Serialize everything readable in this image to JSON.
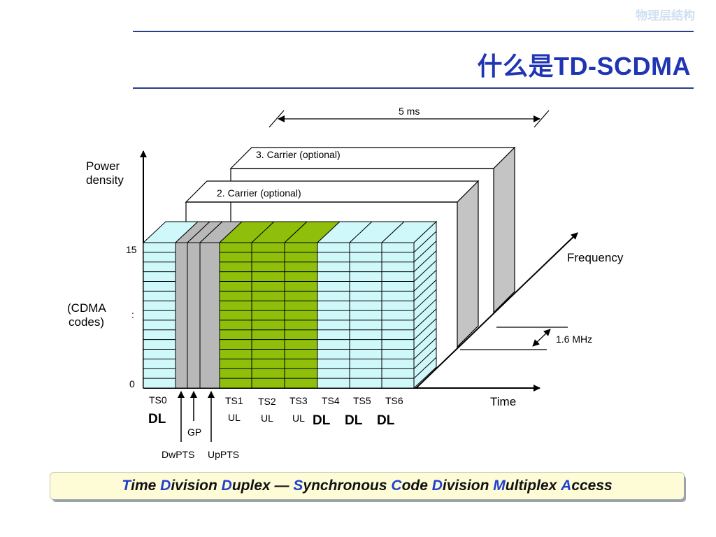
{
  "header": {
    "section_tag": "物理层结构",
    "title": "什么是TD-SCDMA"
  },
  "diagram": {
    "duration_label": "5 ms",
    "carrier3_label": "3. Carrier (optional)",
    "carrier2_label": "2. Carrier (optional)",
    "y_axis_label_line1": "Power",
    "y_axis_label_line2": "density",
    "codes_label_line1": "(CDMA",
    "codes_label_line2": "codes)",
    "y_tick_top": "15",
    "y_tick_mid": ":",
    "y_tick_bottom": "0",
    "frequency_label": "Frequency",
    "time_label": "Time",
    "bandwidth_label": "1.6 MHz",
    "gp_label": "GP",
    "dwpts_label": "DwPTS",
    "uppts_label": "UpPTS",
    "slots": [
      {
        "name": "TS0",
        "dir": "DL"
      },
      {
        "name": "TS1",
        "dir": "UL"
      },
      {
        "name": "TS2",
        "dir": "UL"
      },
      {
        "name": "TS3",
        "dir": "UL"
      },
      {
        "name": "TS4",
        "dir": "DL"
      },
      {
        "name": "TS5",
        "dir": "DL"
      },
      {
        "name": "TS6",
        "dir": "DL"
      }
    ],
    "colors": {
      "downlink": "#cff8fb",
      "uplink": "#8fbf0a",
      "special": "#b8b8b8",
      "carrier": "#ffffff"
    }
  },
  "banner": {
    "words": [
      {
        "cap": "T",
        "rest": "ime "
      },
      {
        "cap": "D",
        "rest": "ivision "
      },
      {
        "cap": "D",
        "rest": "uplex — "
      },
      {
        "cap": "S",
        "rest": "ynchronous "
      },
      {
        "cap": "C",
        "rest": "ode "
      },
      {
        "cap": "D",
        "rest": "ivision "
      },
      {
        "cap": "M",
        "rest": "ultiplex "
      },
      {
        "cap": "A",
        "rest": "ccess"
      }
    ]
  }
}
